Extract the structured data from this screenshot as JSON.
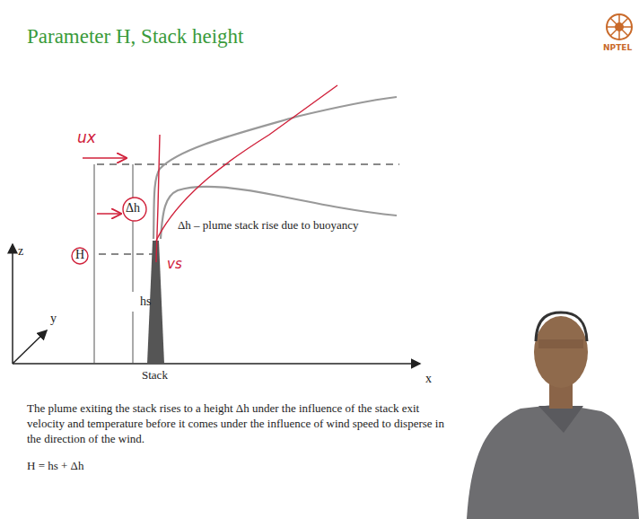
{
  "diagram": {
    "title": "Parameter H, Stack height",
    "caption": "The plume exiting the stack rises to a height Δh under the influence of the stack exit velocity and temperature before it comes under the influence of wind speed to disperse in the direction of the wind.",
    "labels": [
      "NPTEL",
      "ux",
      "Δh",
      "H",
      "Δh – plume stack rise due to buoyancy",
      "hs",
      "vs",
      "z",
      "y",
      "x",
      "Stack",
      "H = hs + Δh"
    ]
  }
}
